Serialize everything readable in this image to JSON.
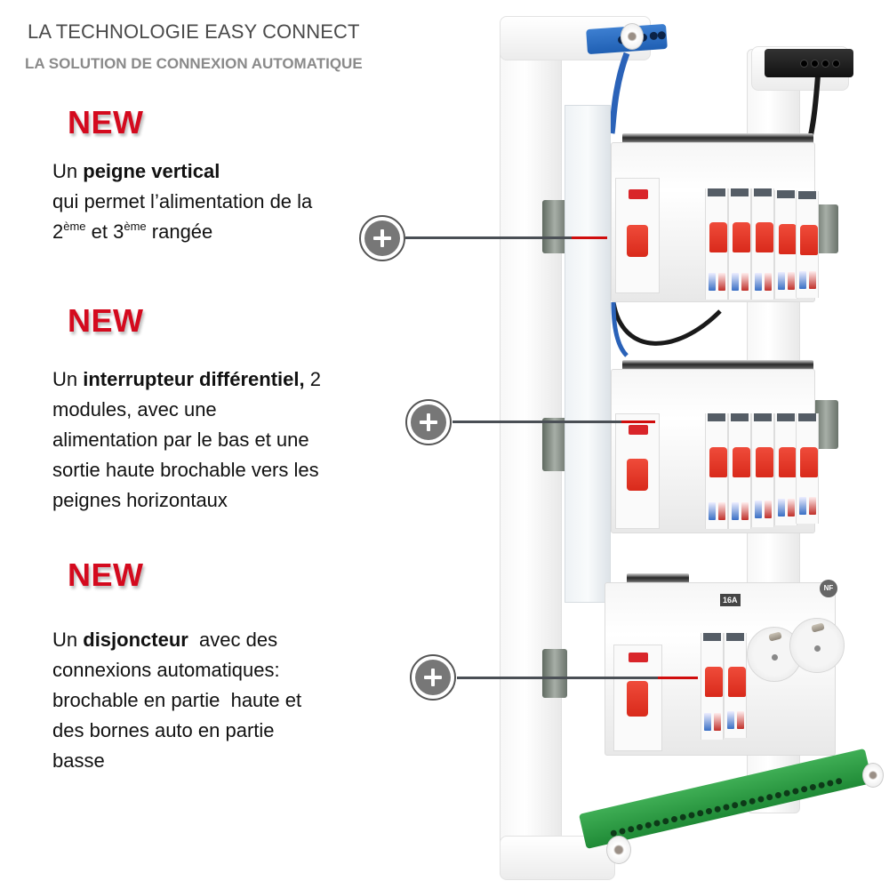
{
  "header": {
    "title": "LA TECHNOLOGIE EASY CONNECT",
    "subtitle": "LA SOLUTION DE CONNEXION AUTOMATIQUE"
  },
  "features": [
    {
      "badge": "NEW",
      "lines": [
        {
          "prefix": "Un ",
          "bold": "peigne vertical",
          "suffix": ""
        },
        {
          "text": "qui permet l’alimentation de la"
        },
        {
          "n1": "2",
          "sup1": "ème",
          "mid": " et 3",
          "sup2": "ème",
          "end": " rangée"
        }
      ],
      "hotspot_icon": "plus-circle-icon"
    },
    {
      "badge": "NEW",
      "lines": [
        {
          "prefix": "Un ",
          "bold": "interrupteur différentiel,",
          "suffix": " 2"
        },
        {
          "text": "modules, avec une"
        },
        {
          "text": "alimentation par le bas et une"
        },
        {
          "text": "sortie haute brochable vers les"
        },
        {
          "text": "peignes horizontaux"
        }
      ],
      "hotspot_icon": "plus-circle-icon"
    },
    {
      "badge": "NEW",
      "lines": [
        {
          "prefix": "Un ",
          "bold": "disjoncteur",
          "suffix": "  avec des"
        },
        {
          "text": "connexions automatiques:"
        },
        {
          "text": "brochable en partie  haute et"
        },
        {
          "text": "des bornes auto en partie"
        },
        {
          "text": "basse"
        }
      ],
      "hotspot_icon": "plus-circle-icon"
    }
  ],
  "product": {
    "rating_badge": "16A",
    "cert_logo": "NF",
    "colors": {
      "accent_red": "#d40a1e",
      "leader_gray": "#4a4f55",
      "neutral_bus_blue": "#2a6cc2",
      "earth_bus_green": "#2a9a44",
      "phase_bus_black": "#1a1a1a"
    }
  }
}
